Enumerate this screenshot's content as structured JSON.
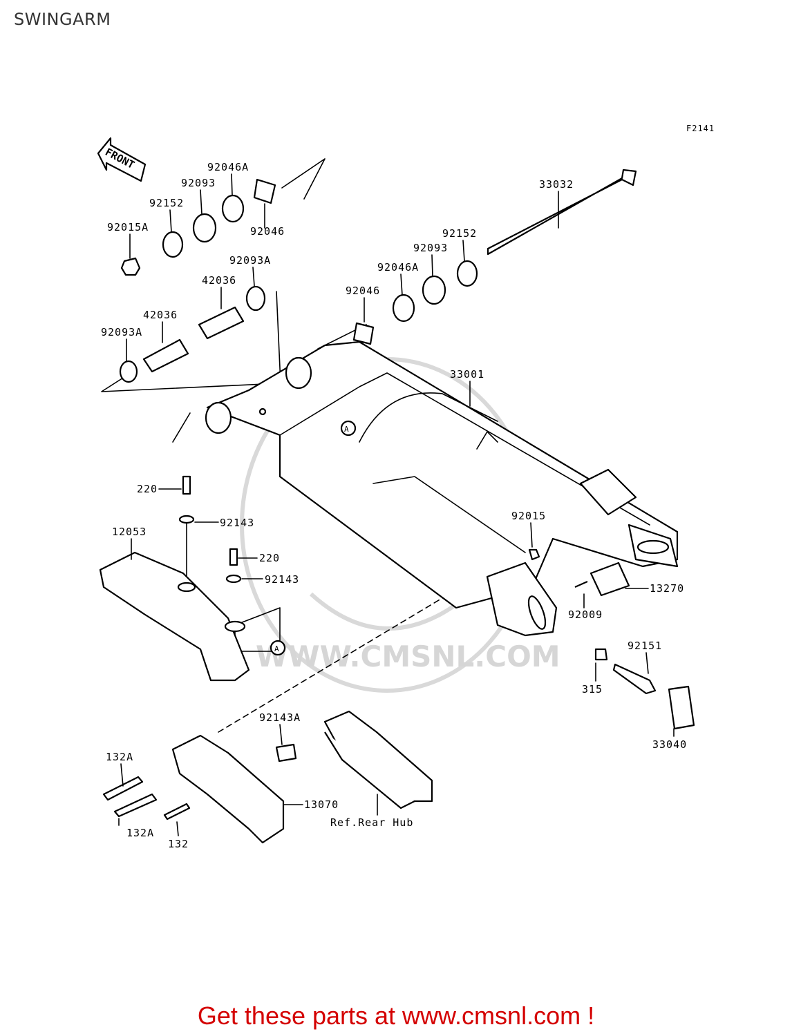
{
  "page": {
    "title": "SWINGARM"
  },
  "diagram": {
    "figure_code": "F2141",
    "front_label": "FRONT",
    "watermark": "WWW.CMSNL.COM",
    "ref_note": "Ref.Rear Hub",
    "callout_a": "A",
    "parts": {
      "p92046A_top": "92046A",
      "p92093_top": "92093",
      "p92152_top": "92152",
      "p92015A": "92015A",
      "p92046_top": "92046",
      "p33032": "33032",
      "p92152_right": "92152",
      "p92093_right": "92093",
      "p92046A_right": "92046A",
      "p92046_right": "92046",
      "p92093A_top": "92093A",
      "p42036_top": "42036",
      "p42036_bottom": "42036",
      "p92093A_left": "92093A",
      "p33001": "33001",
      "p220_top": "220",
      "p92143_top": "92143",
      "p12053": "12053",
      "p220_mid": "220",
      "p92143_mid": "92143",
      "p92015": "92015",
      "p13270": "13270",
      "p92009": "92009",
      "p92151": "92151",
      "p315": "315",
      "p33040": "33040",
      "p92143A": "92143A",
      "p132A_top": "132A",
      "p13070": "13070",
      "p132A_bottom": "132A",
      "p132": "132"
    }
  },
  "footer": {
    "cta": "Get these parts at www.cmsnl.com !"
  }
}
